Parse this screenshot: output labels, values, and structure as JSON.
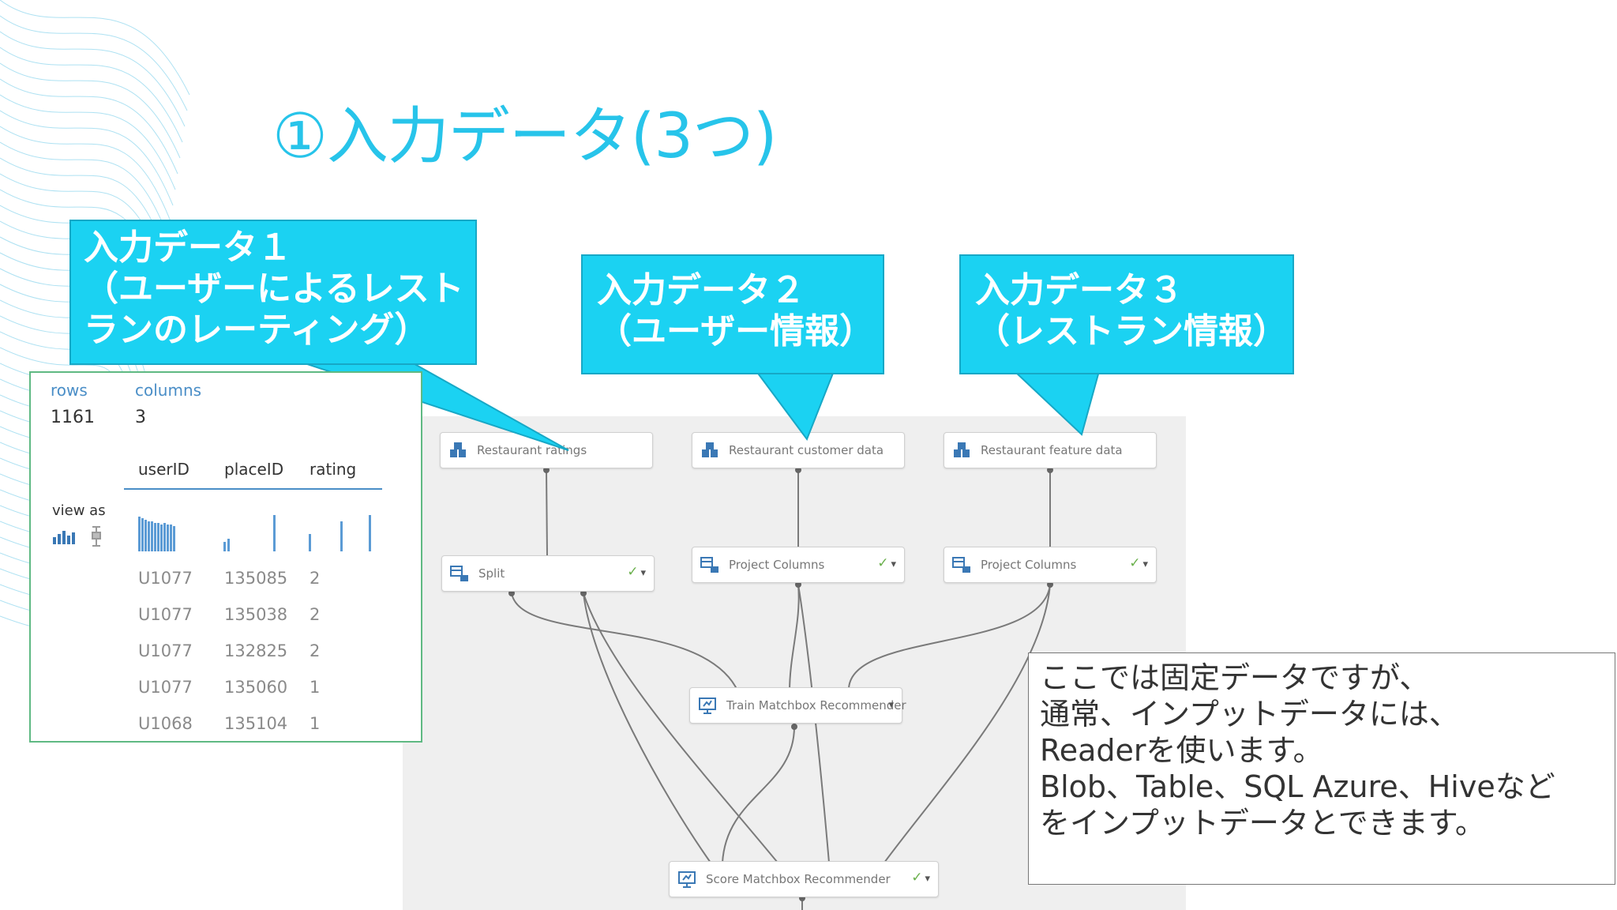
{
  "title": "①入力データ(3つ)",
  "callouts": [
    {
      "lines": [
        "入力データ１",
        "（ユーザーによるレスト",
        "ランのレーティング）"
      ]
    },
    {
      "lines": [
        "入力データ２",
        "（ユーザー情報）"
      ]
    },
    {
      "lines": [
        "入力データ３",
        "（レストラン情報）"
      ]
    }
  ],
  "dataset_panel": {
    "rows_label": "rows",
    "rows_value": "1161",
    "columns_label": "columns",
    "columns_value": "3",
    "view_as_label": "view as",
    "headers": [
      "userID",
      "placeID",
      "rating"
    ],
    "rows": [
      [
        "U1077",
        "135085",
        "2"
      ],
      [
        "U1077",
        "135038",
        "2"
      ],
      [
        "U1077",
        "132825",
        "2"
      ],
      [
        "U1077",
        "135060",
        "1"
      ],
      [
        "U1068",
        "135104",
        "1"
      ]
    ]
  },
  "modules": {
    "restaurant_ratings": "Restaurant ratings",
    "restaurant_customer_data": "Restaurant customer data",
    "restaurant_feature_data": "Restaurant feature data",
    "split": "Split",
    "project_columns_1": "Project Columns",
    "project_columns_2": "Project Columns",
    "train_matchbox": "Train Matchbox Recommender",
    "score_matchbox": "Score Matchbox Recommender",
    "status_check": "✓"
  },
  "note_lines": [
    "ここでは固定データですが、",
    "通常、インプットデータには、",
    "Readerを使います。",
    "Blob、Table、SQL Azure、Hiveなど",
    "をインプットデータとできます。"
  ],
  "colors": {
    "title": "#27c4ea",
    "callout_fill": "#1bd2f2",
    "panel_border": "#5fb983",
    "canvas_bg": "#efefef",
    "status_green": "#6ab04c"
  }
}
